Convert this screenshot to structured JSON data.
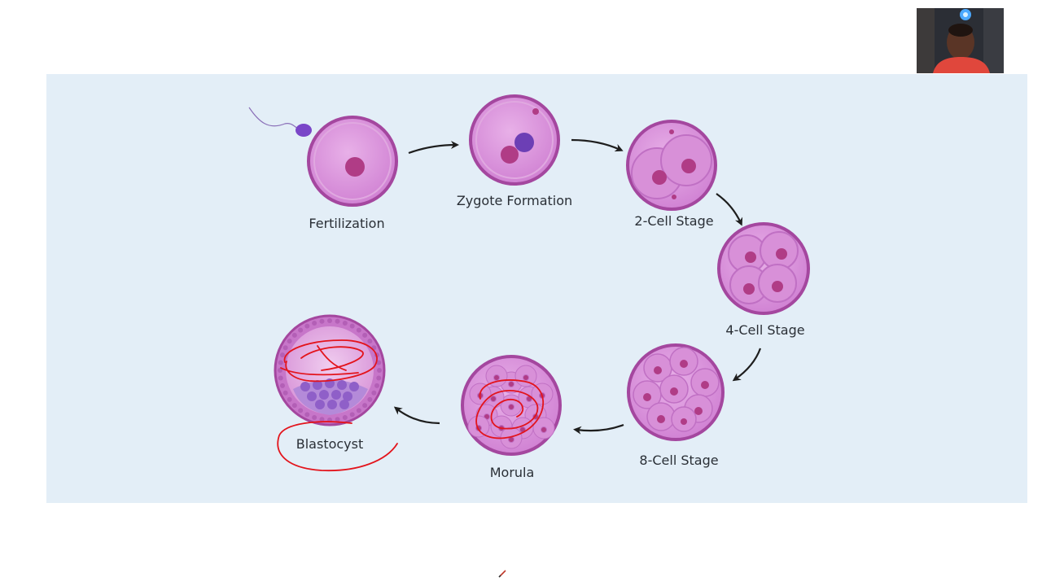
{
  "stages": [
    {
      "id": "fertilization",
      "label": "Fertilization"
    },
    {
      "id": "zygote",
      "label": "Zygote Formation"
    },
    {
      "id": "two-cell",
      "label": "2-Cell Stage"
    },
    {
      "id": "four-cell",
      "label": "4-Cell Stage"
    },
    {
      "id": "eight-cell",
      "label": "8-Cell Stage"
    },
    {
      "id": "morula",
      "label": "Morula"
    },
    {
      "id": "blastocyst",
      "label": "Blastocyst"
    }
  ],
  "colors": {
    "slide_background": "#e3eef7",
    "cell_fill": "#d48ad6",
    "cell_outline": "#a4479f",
    "nucleus": "#b03c86",
    "sperm": "#7a46c8",
    "arrow": "#1e1e1e",
    "annotation": "#e3141c"
  },
  "annotations": [
    {
      "type": "freehand-circle",
      "target": "blastocyst-label"
    },
    {
      "type": "freehand-scribble",
      "target": "blastocyst-cell"
    },
    {
      "type": "freehand-scribble",
      "target": "morula-cell"
    }
  ],
  "webcam": {
    "icon": "presenter-video-icon"
  },
  "cursor": {
    "icon": "pen-cursor-icon"
  }
}
